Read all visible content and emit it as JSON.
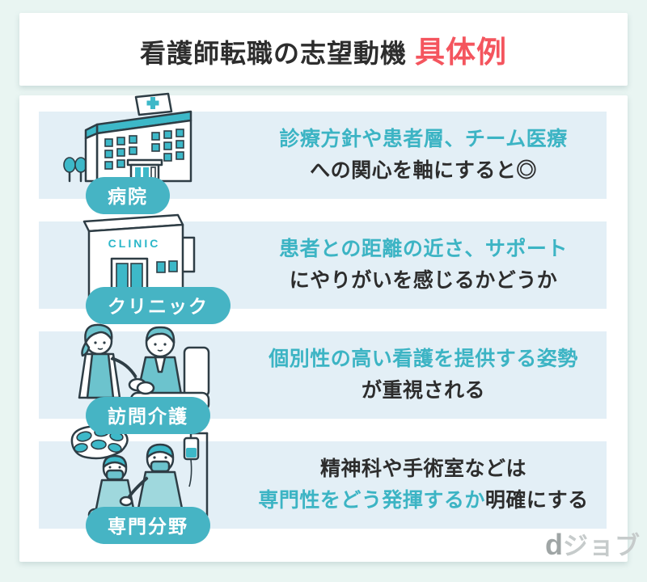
{
  "colors": {
    "page_bg": "#e9f5f2",
    "row_bg": "#e3eff6",
    "badge_teal": "#46b4c4",
    "text_accent_teal": "#3cb4c4",
    "text_dark": "#2d2d2d",
    "title_accent_red": "#f4555e"
  },
  "header": {
    "title_main": "看護師転職の志望動機",
    "title_accent": "具体例"
  },
  "rows": [
    {
      "badge": "病院",
      "illustration": "hospital-building",
      "line1": [
        {
          "text": "診療方針や患者層、チーム医療",
          "color": "accent"
        }
      ],
      "line2": [
        {
          "text": "への関心を軸にすると◎",
          "color": "dark"
        }
      ]
    },
    {
      "badge": "クリニック",
      "illustration": "clinic-storefront",
      "clinic_sign": "CLINIC",
      "line1": [
        {
          "text": "患者との距離の近さ、サポート",
          "color": "accent"
        }
      ],
      "line2": [
        {
          "text": "にやりがいを感じるかどうか",
          "color": "dark"
        }
      ]
    },
    {
      "badge": "訪問介護",
      "illustration": "home-care-visit",
      "line1": [
        {
          "text": "個別性の高い看護を提供する姿勢",
          "color": "accent"
        }
      ],
      "line2": [
        {
          "text": "が重視される",
          "color": "dark"
        }
      ]
    },
    {
      "badge": "専門分野",
      "illustration": "operating-room",
      "line1": [
        {
          "text": "精神科や手術室などは",
          "color": "dark"
        }
      ],
      "line2": [
        {
          "text": "専門性をどう発揮するか",
          "color": "accent"
        },
        {
          "text": "明確にする",
          "color": "dark"
        }
      ]
    }
  ],
  "logo": {
    "d": "d",
    "rest": "ジョブ"
  }
}
